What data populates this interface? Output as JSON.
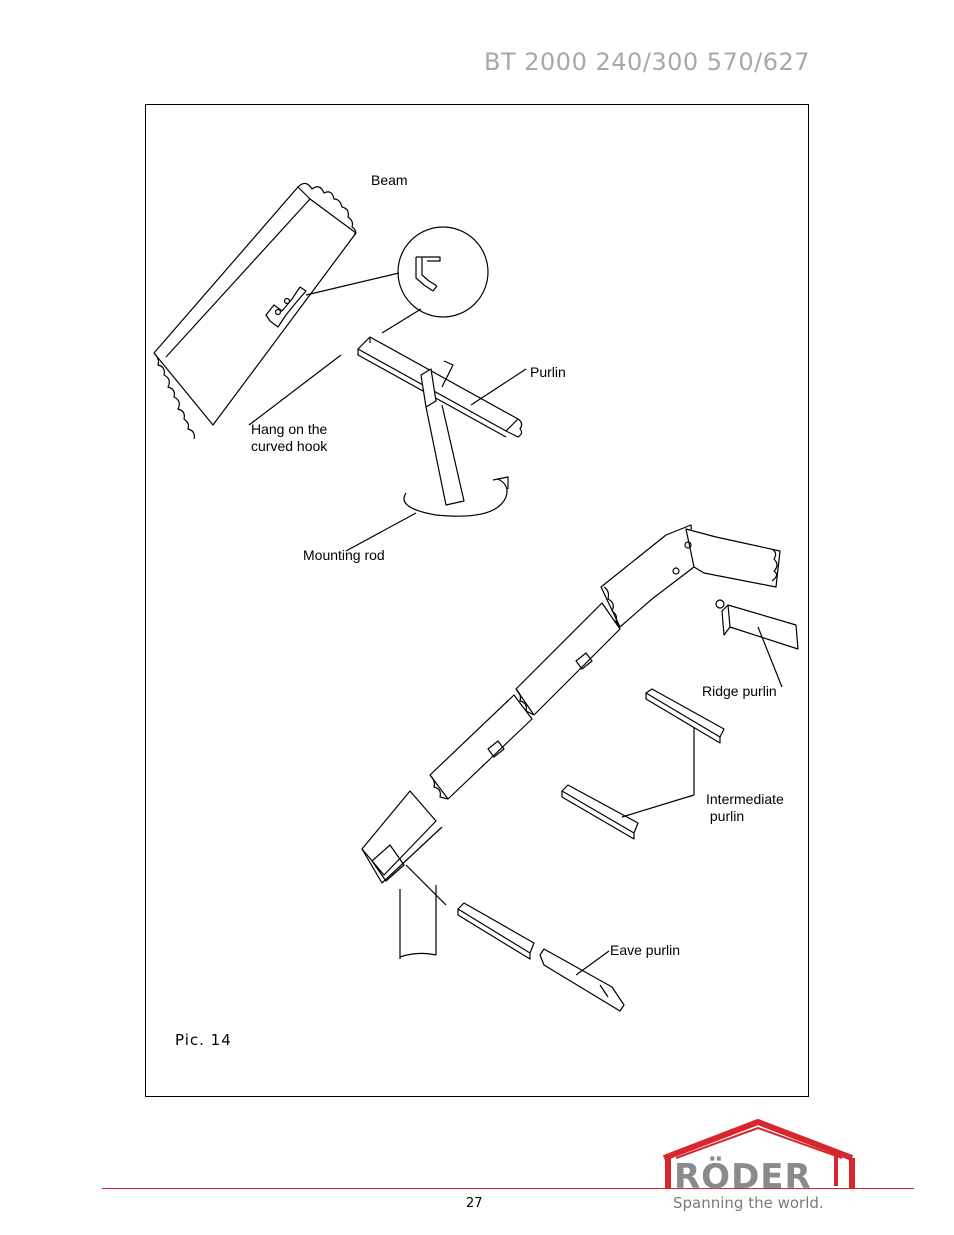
{
  "header": {
    "title": "BT 2000 240/300 570/627"
  },
  "figure": {
    "labels": {
      "beam": "Beam",
      "purlin": "Purlin",
      "hang_hook": "Hang on the\ncurved hook",
      "mounting_rod": "Mounting rod",
      "ridge_purlin": "Ridge purlin",
      "intermediate_purlin": "Intermediate\n purlin",
      "eave_purlin": "Eave purlin"
    },
    "caption": "Pic. 14"
  },
  "footer": {
    "page_number": "27",
    "brand": "RÖDER",
    "tagline": "Spanning the world.",
    "accent_color": "#d8262e"
  }
}
